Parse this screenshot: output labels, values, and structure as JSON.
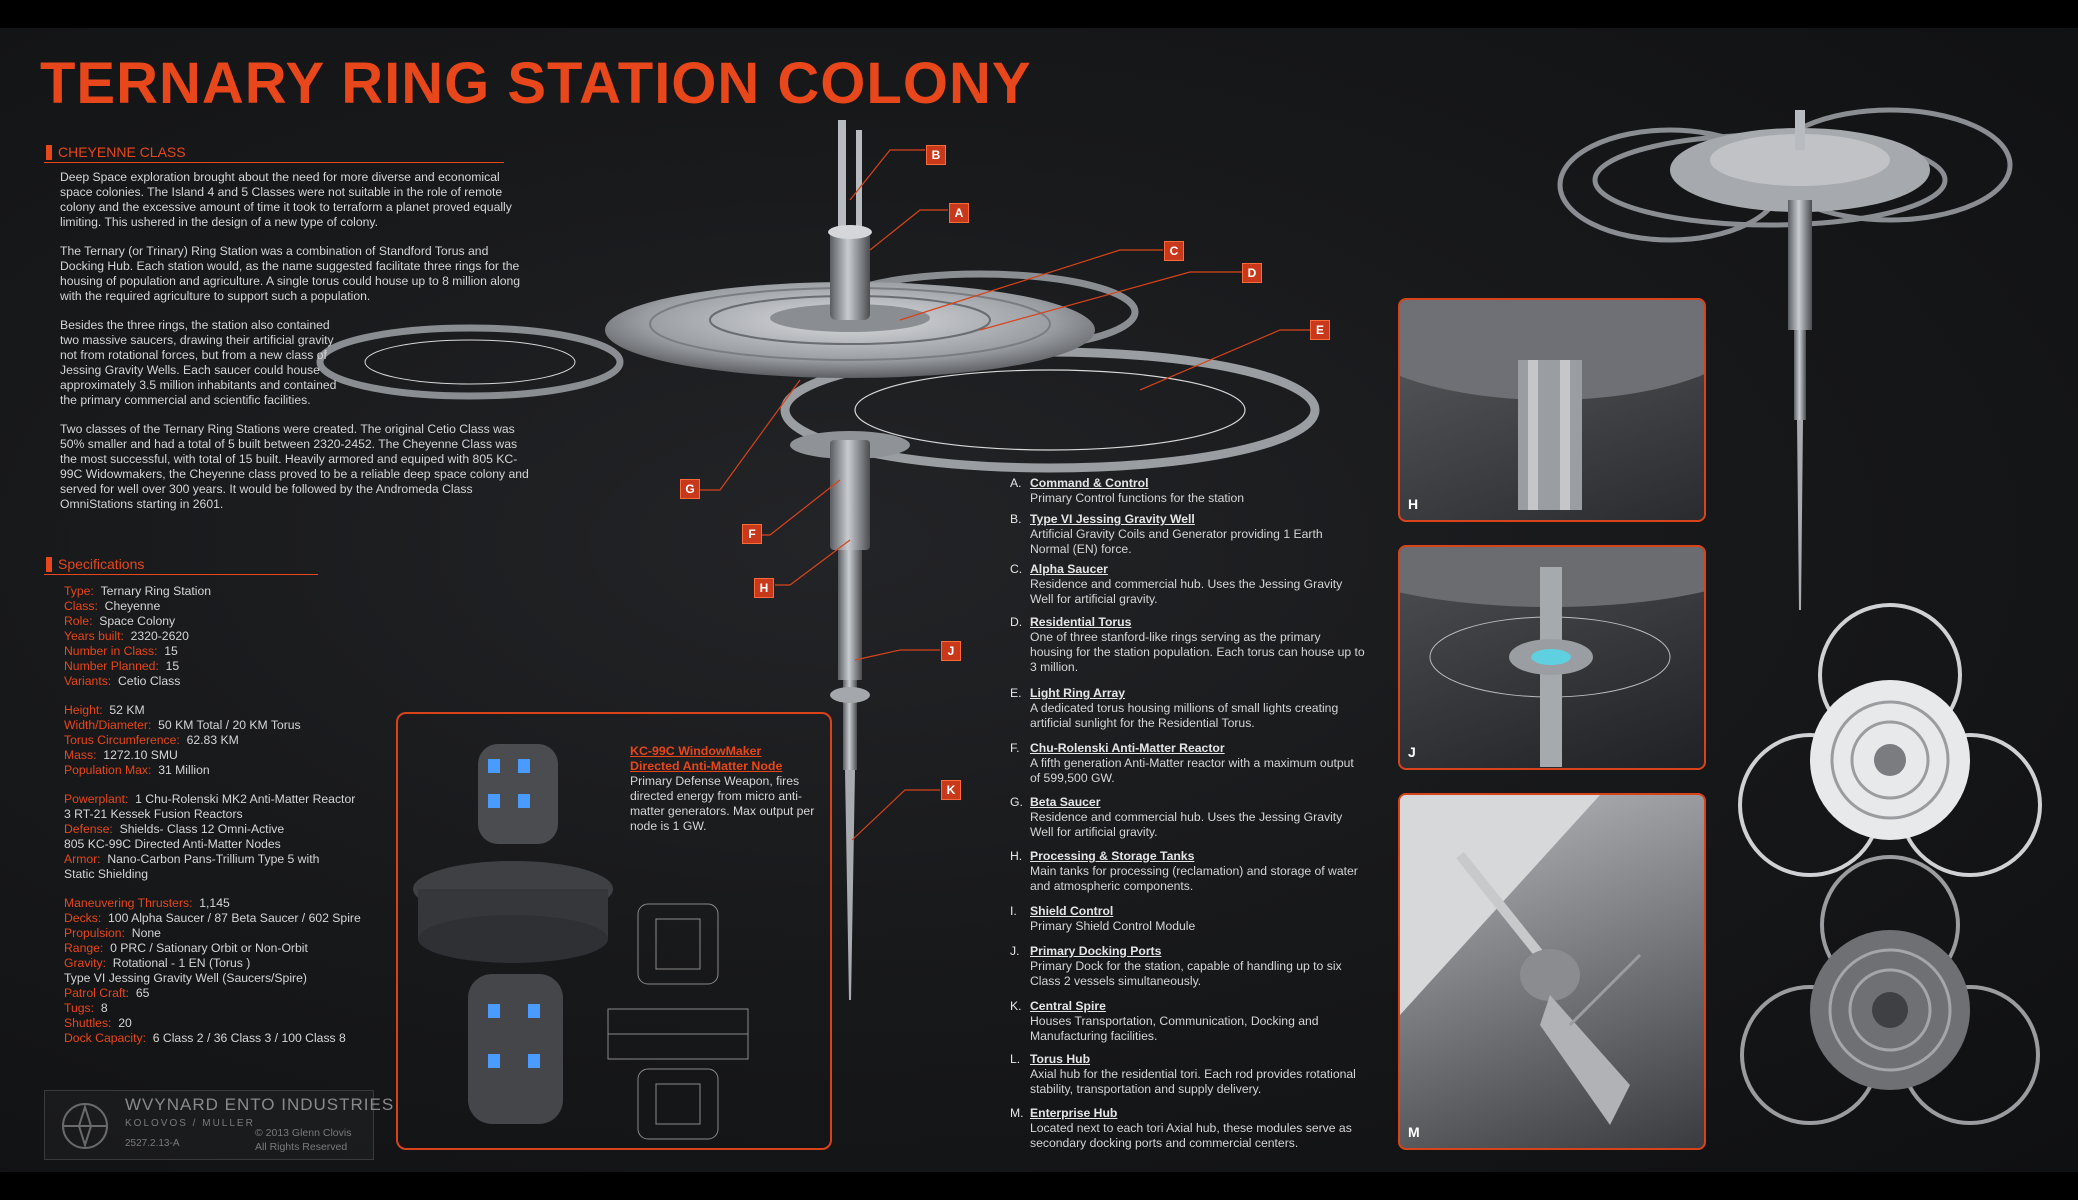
{
  "title": "TERNARY RING STATION COLONY",
  "class_heading": "CHEYENNE CLASS",
  "intro": [
    "Deep Space exploration brought about the need for more diverse and economical space colonies. The Island 4 and 5 Classes were not suitable in the role of remote colony and the excessive amount of time it took to terraform a planet proved equally limiting. This ushered in the design of a new type of colony.",
    "The Ternary (or Trinary) Ring Station was a combination of Standford Torus and Docking Hub.  Each station would, as the name suggested facilitate three rings for the housing of population and agriculture.  A single torus could house up to  8 million along with the required agriculture to support such a population.",
    "Besides the three rings, the station also contained two massive saucers, drawing their artificial gravity not from rotational forces, but from a new class of Jessing Gravity Wells.  Each saucer could house approximately 3.5 million inhabitants and contained the primary commercial and scientific facilities.",
    "Two classes of the Ternary Ring Stations were created.  The original Cetio Class was 50% smaller and had a total of 5 built between 2320-2452.  The Cheyenne Class was the most successful, with total of 15 built.  Heavily armored and equiped with 805 KC-99C Widowmakers, the Cheyenne class proved to be a reliable deep space colony and served for well over 300 years. It would be followed by the Andromeda Class OmniStations starting in 2601."
  ],
  "specs_heading": "Specifications",
  "specs": {
    "type": {
      "k": "Type:",
      "v": "Ternary Ring Station"
    },
    "class": {
      "k": "Class:",
      "v": "Cheyenne"
    },
    "role": {
      "k": "Role:",
      "v": "Space Colony"
    },
    "years": {
      "k": "Years built:",
      "v": "2320-2620"
    },
    "number": {
      "k": "Number in Class:",
      "v": "15"
    },
    "planned": {
      "k": "Number Planned:",
      "v": "15"
    },
    "variants": {
      "k": "Variants:",
      "v": "Cetio Class"
    },
    "height": {
      "k": "Height:",
      "v": "52 KM"
    },
    "width": {
      "k": "Width/Diameter:",
      "v": "50 KM Total / 20 KM  Torus"
    },
    "torus": {
      "k": "Torus Circumference:",
      "v": "62.83 KM"
    },
    "mass": {
      "k": "Mass:",
      "v": "1272.10 SMU"
    },
    "popmax": {
      "k": "Population Max:",
      "v": "31 Million"
    },
    "power": {
      "k": "Powerplant:",
      "v": "1 Chu-Rolenski MK2 Anti-Matter Reactor"
    },
    "power2": "3 RT-21 Kessek Fusion Reactors",
    "defense": {
      "k": "Defense:",
      "v": "Shields- Class 12 Omni-Active"
    },
    "defense2": "805 KC-99C Directed Anti-Matter Nodes",
    "armor": {
      "k": "Armor:",
      "v": "Nano-Carbon Pans-Trillium Type 5 with"
    },
    "armor2": "Static Shielding",
    "thrusters": {
      "k": "Maneuvering Thrusters:",
      "v": "1,145"
    },
    "decks": {
      "k": "Decks:",
      "v": "100 Alpha Saucer / 87 Beta Saucer / 602 Spire"
    },
    "propulsion": {
      "k": "Propulsion:",
      "v": "None"
    },
    "range": {
      "k": "Range:",
      "v": "0 PRC / Sationary Orbit or Non-Orbit"
    },
    "gravity": {
      "k": "Gravity:",
      "v": "Rotational - 1 EN (Torus )"
    },
    "gravity2": "Type VI Jessing Gravity Well (Saucers/Spire)",
    "patrol": {
      "k": "Patrol Craft:",
      "v": "65"
    },
    "tugs": {
      "k": "Tugs:",
      "v": "8"
    },
    "shuttles": {
      "k": "Shuttles:",
      "v": "20"
    },
    "dock": {
      "k": "Dock Capacity:",
      "v": "6 Class 2 / 36 Class 3 / 100 Class 8"
    }
  },
  "weapon": {
    "title1": "KC-99C WindowMaker",
    "title2": "Directed Anti-Matter Node",
    "desc": "Primary Defense Weapon, fires directed energy from micro anti-matter generators. Max output per node is 1 GW."
  },
  "logo": {
    "name": "WVYNARD ENTO INDUSTRIES",
    "sub": "KOLOVOS / MULLER",
    "code": "2527.2.13-A",
    "copy1": "© 2013 Glenn Clovis",
    "copy2": "All Rights Reserved"
  },
  "legend": [
    {
      "t": "A.",
      "n": "Command & Control",
      "d": "Primary Control functions for the station"
    },
    {
      "t": "B.",
      "n": "Type VI Jessing Gravity Well",
      "d": "Artificial Gravity Coils and Generator providing 1 Earth Normal (EN) force."
    },
    {
      "t": "C.",
      "n": "Alpha Saucer",
      "d": "Residence and commercial hub. Uses the Jessing Gravity Well for artificial gravity."
    },
    {
      "t": "D.",
      "n": "Residential Torus",
      "d": "One of three stanford-like rings serving as the primary housing for the station population.  Each torus can house up to 3 million."
    },
    {
      "t": "E.",
      "n": "Light Ring Array",
      "d": "A dedicated torus housing millions of small lights creating artificial sunlight for the Residential Torus."
    },
    {
      "t": "F.",
      "n": "Chu-Rolenski Anti-Matter Reactor",
      "d": "A fifth generation Anti-Matter reactor with a maximum output of 599,500 GW."
    },
    {
      "t": "G.",
      "n": "Beta Saucer",
      "d": "Residence and commercial hub. Uses the Jessing Gravity Well for artificial gravity."
    },
    {
      "t": "H.",
      "n": "Processing & Storage Tanks",
      "d": "Main tanks for processing (reclamation) and storage of water and atmospheric components."
    },
    {
      "t": "I.",
      "n": "Shield Control",
      "d": "Primary Shield Control Module"
    },
    {
      "t": "J.",
      "n": "Primary Docking Ports",
      "d": "Primary Dock for the station, capable of handling up to six Class 2 vessels simultaneously."
    },
    {
      "t": "K.",
      "n": "Central Spire",
      "d": "Houses Transportation, Communication, Docking and Manufacturing facilities."
    },
    {
      "t": "L.",
      "n": "Torus Hub",
      "d": "Axial hub for the residential tori. Each rod provides rotational stability, transportation and supply delivery."
    },
    {
      "t": "M.",
      "n": "Enterprise Hub",
      "d": "Located next to each tori Axial hub, these modules serve as secondary docking ports and commercial centers."
    }
  ],
  "callouts": {
    "a": "A",
    "b": "B",
    "c": "C",
    "d": "D",
    "e": "E",
    "f": "F",
    "g": "G",
    "h": "H",
    "j": "J",
    "k": "K"
  },
  "insets": {
    "h": "H",
    "j": "J",
    "m": "M"
  },
  "colors": {
    "accent": "#e8461b",
    "background": "#18191b",
    "text": "#d6d6d6"
  }
}
